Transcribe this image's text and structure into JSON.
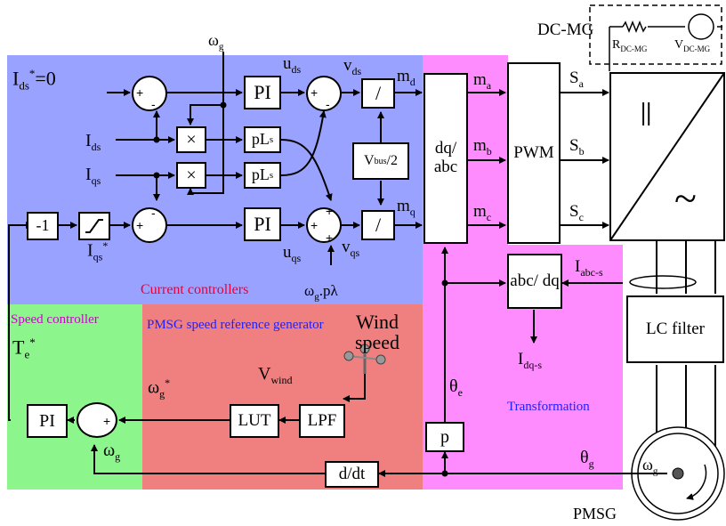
{
  "regions": {
    "current_controllers": {
      "label": "Current controllers",
      "color": "#9aa2ff"
    },
    "transformation": {
      "label": "Transformation",
      "color": "#ff8cff"
    },
    "speed_controller": {
      "label": "Speed controller",
      "color": "#8cf58c"
    },
    "speed_reference": {
      "label": "PMSG speed reference generator",
      "color": "#f08080"
    }
  },
  "blocks": {
    "pi_d": "PI",
    "pi_q": "PI",
    "pi_speed": "PI",
    "mult_1": "×",
    "mult_2": "×",
    "pls_1": "pLs",
    "pls_2": "pLs",
    "div_d": "/",
    "div_q": "/",
    "vbus": "Vbus/2",
    "dq_abc": "dq/ abc",
    "pwm": "PWM",
    "abc_dq": "abc/ dq",
    "gain_neg1": "-1",
    "p_block": "p",
    "lut": "LUT",
    "lpf": "LPF",
    "ddt": "d/dt",
    "lc_filter": "LC filter",
    "converter_dc": "||",
    "converter_ac": "~"
  },
  "signals": {
    "ids_ref": "Ids*=0",
    "ids": "Ids",
    "iqs": "Iqs",
    "iqs_ref": "Iqs*",
    "omega_g_top": "ωg",
    "uds": "uds",
    "vds": "vds",
    "uqs": "uqs",
    "vqs": "vqs",
    "md": "md",
    "mq": "mq",
    "ma": "ma",
    "mb": "mb",
    "mc": "mc",
    "sa": "Sa",
    "sb": "Sb",
    "sc": "Sc",
    "iabc_s": "Iabc-s",
    "idq_s": "Idq-s",
    "theta_e": "θe",
    "theta_g": "θg",
    "omega_flux": "ωg.pλ",
    "te_ref": "Te*",
    "omega_g_ref": "ωg*",
    "omega_g_fb": "ωg",
    "omega_g_pmsg": "ωg",
    "v_wind": "Vwind",
    "wind_speed": "Wind speed",
    "pmsg": "PMSG"
  },
  "dc_mg": {
    "title": "DC-MG",
    "resistor": "RDC-MG",
    "source": "VDC-MG"
  }
}
